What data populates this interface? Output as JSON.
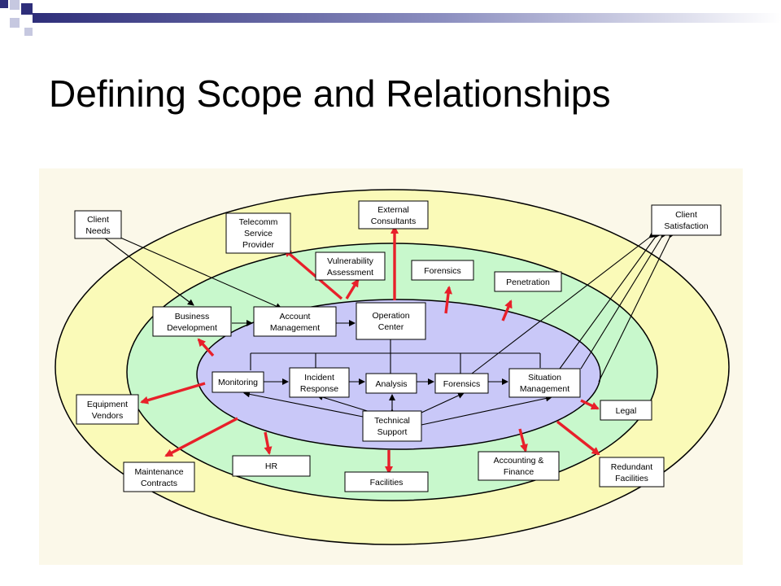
{
  "slide": {
    "title": "Defining Scope and Relationships"
  },
  "colors": {
    "title_bar_dark": "#2e2e7a",
    "title_bar_light": "#c6c8e0",
    "diagram_background": "#fbf8e9",
    "outer_ring": "#fafab8",
    "middle_ring": "#c8f8cc",
    "inner_core": "#c9c8f8",
    "arrow_red": "#e8202a",
    "connector_black": "#000000"
  },
  "diagram": {
    "boxes": {
      "client_needs": [
        "Client",
        "Needs"
      ],
      "client_satisfaction": [
        "Client",
        "Satisfaction"
      ],
      "external_consultants": [
        "External",
        "Consultants"
      ],
      "telecomm_service_provider": [
        "Telecomm",
        "Service",
        "Provider"
      ],
      "vulnerability_assessment": [
        "Vulnerability",
        "Assessment"
      ],
      "forensics_outer": [
        "Forensics"
      ],
      "penetration": [
        "Penetration"
      ],
      "business_development": [
        "Business",
        "Development"
      ],
      "account_management": [
        "Account",
        "Management"
      ],
      "operation_center": [
        "Operation",
        "Center"
      ],
      "monitoring": [
        "Monitoring"
      ],
      "incident_response": [
        "Incident",
        "Response"
      ],
      "analysis": [
        "Analysis"
      ],
      "forensics_core": [
        "Forensics"
      ],
      "situation_management": [
        "Situation",
        "Management"
      ],
      "technical_support": [
        "Technical",
        "Support"
      ],
      "equipment_vendors": [
        "Equipment",
        "Vendors"
      ],
      "legal": [
        "Legal"
      ],
      "maintenance_contracts": [
        "Maintenance",
        "Contracts"
      ],
      "hr": [
        "HR"
      ],
      "facilities": [
        "Facilities"
      ],
      "accounting_finance": [
        "Accounting &",
        "Finance"
      ],
      "redundant_facilities": [
        "Redundant",
        "Facilities"
      ]
    }
  }
}
